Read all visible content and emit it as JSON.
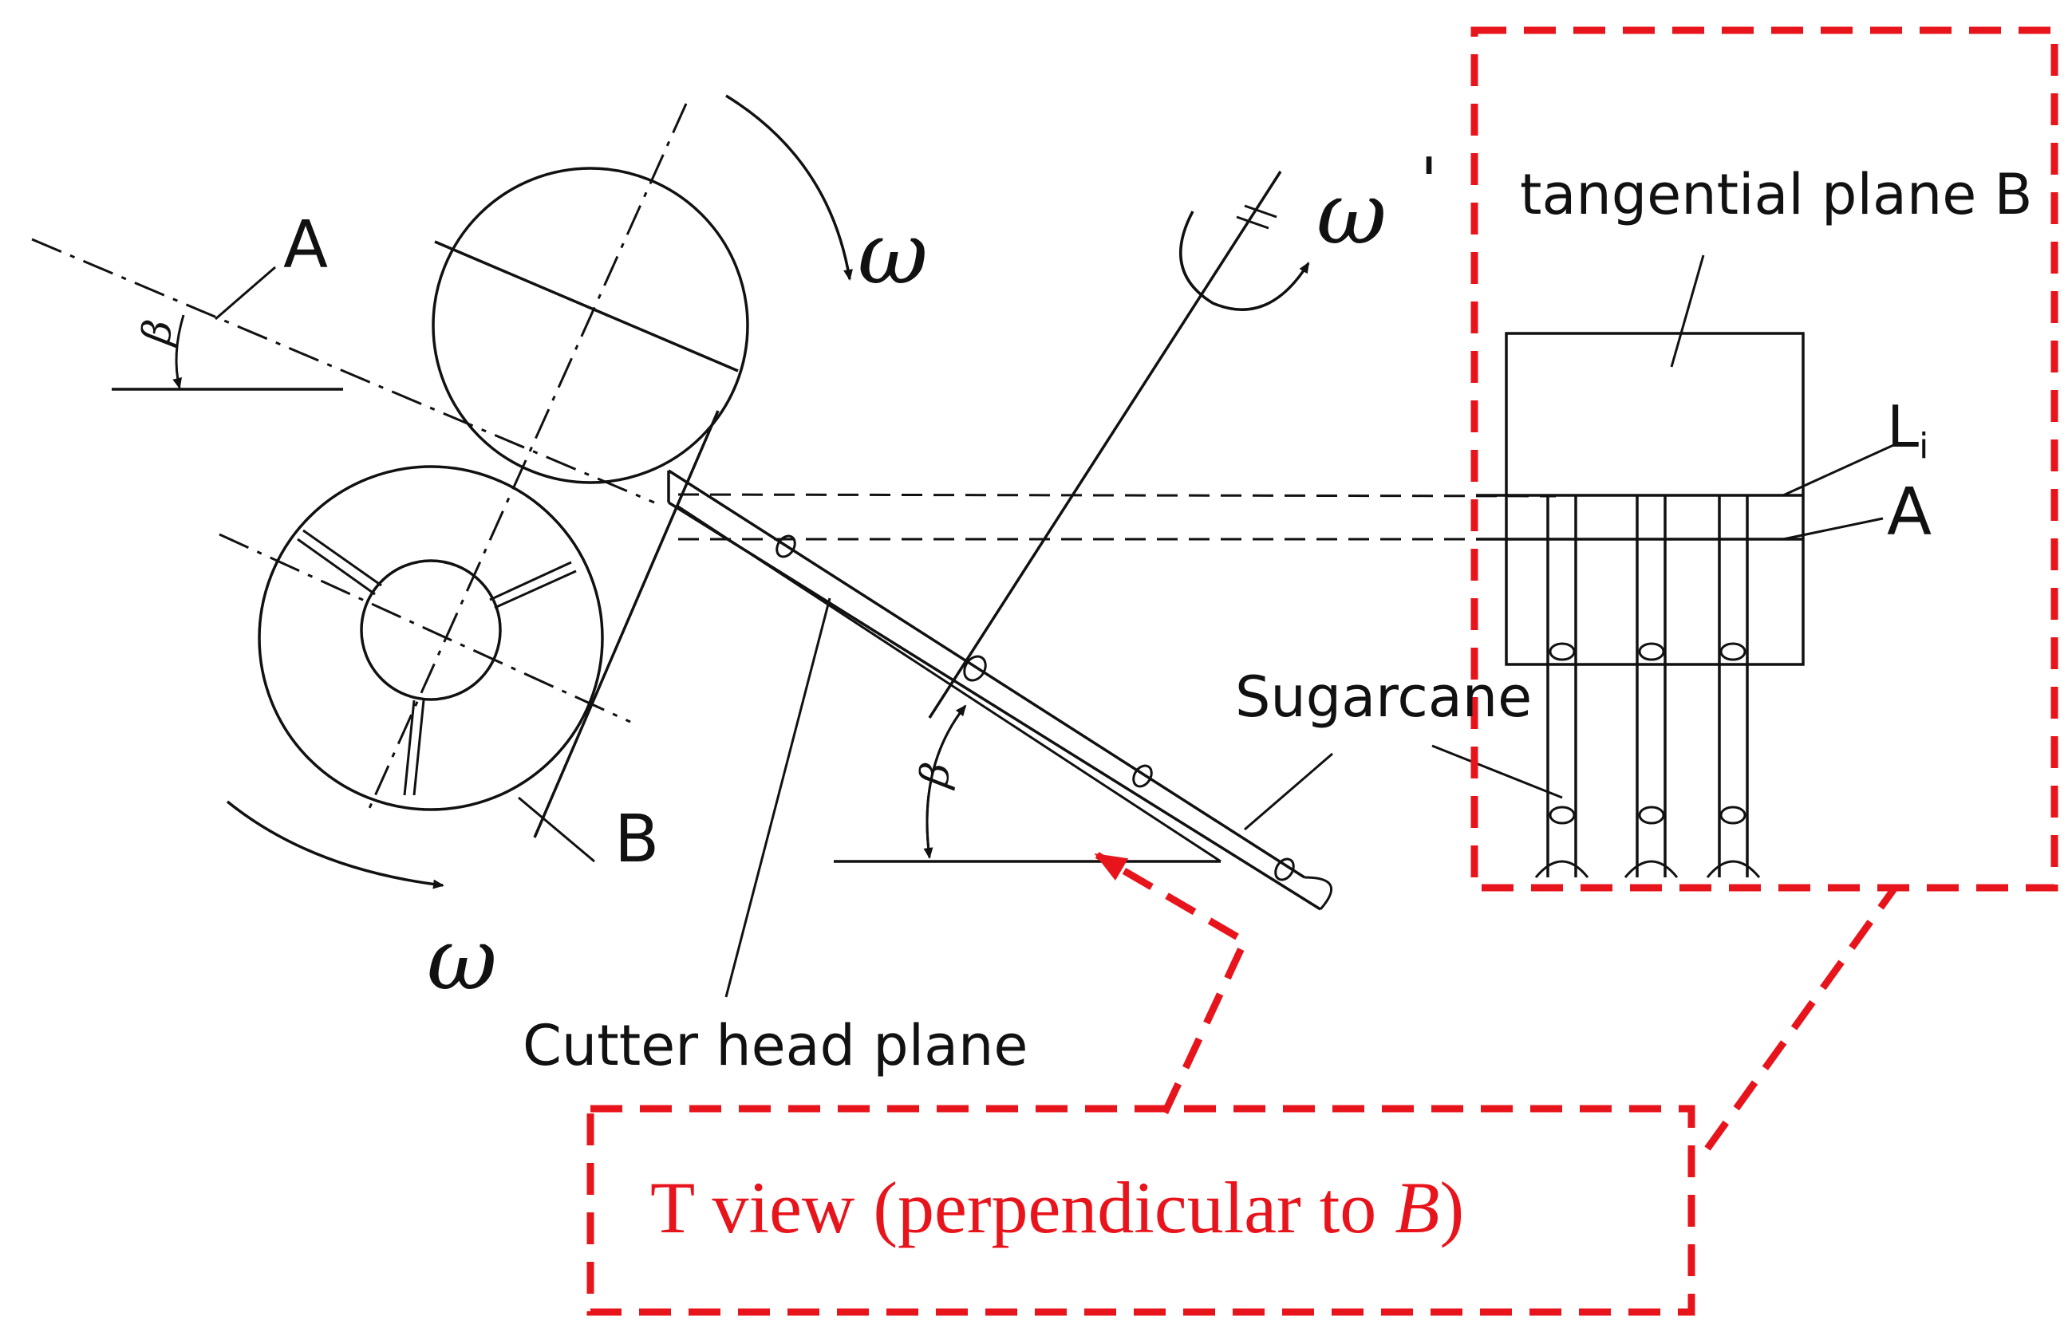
{
  "labels": {
    "a_left": "A",
    "beta_left": "β",
    "omega_top": "ω",
    "omega_prime": "ω",
    "omega_prime_mark": "'",
    "b_left": "B",
    "omega_bottom": "ω",
    "cutter_head_plane": "Cutter head plane",
    "beta_lower": "β",
    "sugarcane": "Sugarcane",
    "tangential_plane": "tangential plane B",
    "l_i": "L",
    "l_i_sub": "i",
    "a_right": "A",
    "t_view_prefix": "T view (perpendicular to ",
    "t_view_b": "B",
    "t_view_suffix": ")"
  },
  "colors": {
    "line": "#111111",
    "callout": "#e8141c"
  }
}
